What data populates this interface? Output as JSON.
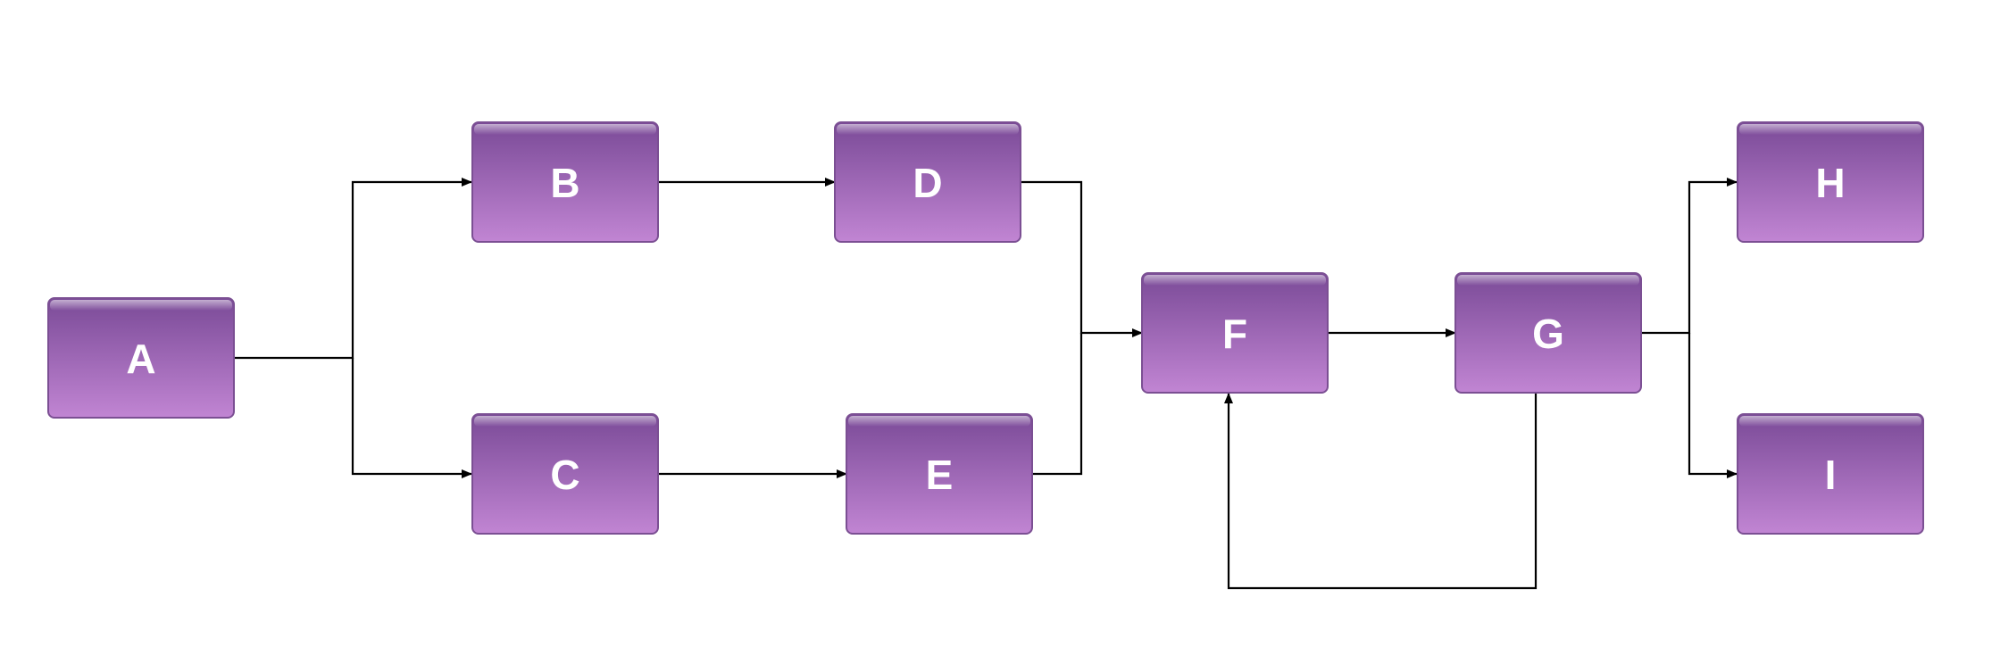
{
  "diagram": {
    "nodes": [
      {
        "id": "A",
        "label": "A"
      },
      {
        "id": "B",
        "label": "B"
      },
      {
        "id": "C",
        "label": "C"
      },
      {
        "id": "D",
        "label": "D"
      },
      {
        "id": "E",
        "label": "E"
      },
      {
        "id": "F",
        "label": "F"
      },
      {
        "id": "G",
        "label": "G"
      },
      {
        "id": "H",
        "label": "H"
      },
      {
        "id": "I",
        "label": "I"
      }
    ],
    "edges": [
      {
        "from": "A",
        "to": "B"
      },
      {
        "from": "A",
        "to": "C"
      },
      {
        "from": "B",
        "to": "D"
      },
      {
        "from": "C",
        "to": "E"
      },
      {
        "from": "D",
        "to": "F"
      },
      {
        "from": "E",
        "to": "F"
      },
      {
        "from": "F",
        "to": "G"
      },
      {
        "from": "G",
        "to": "F"
      },
      {
        "from": "G",
        "to": "H"
      },
      {
        "from": "G",
        "to": "I"
      }
    ],
    "colors": {
      "node_top": "#7a4a97",
      "node_bottom": "#c185d3",
      "node_border": "#7b4f93",
      "edge": "#000000",
      "label": "#ffffff"
    }
  }
}
